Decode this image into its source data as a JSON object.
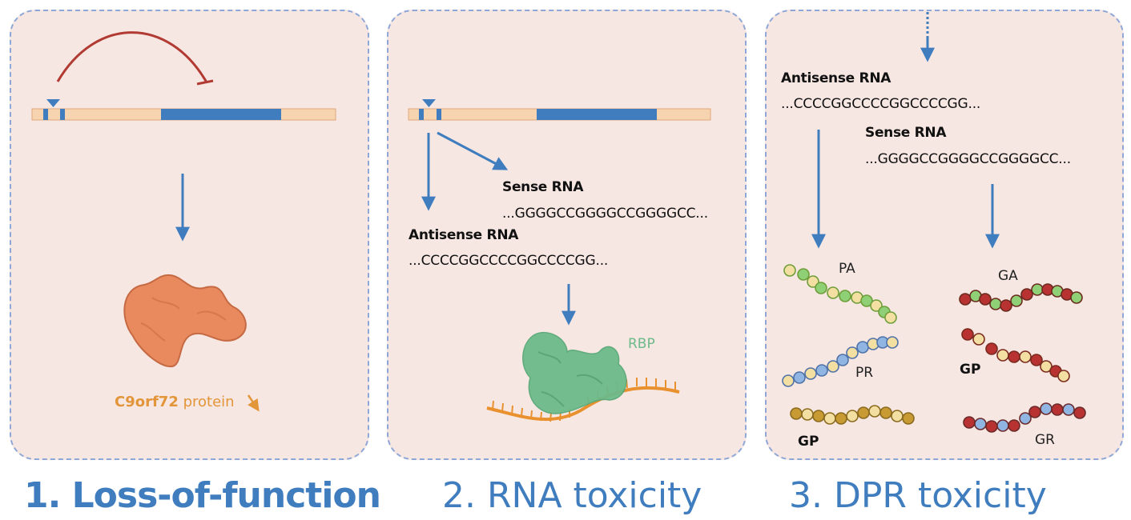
{
  "panels": [
    {
      "title": "1. Loss-of-function",
      "protein_label_gene": "C9orf72",
      "protein_label_word": "protein"
    },
    {
      "title": "2. RNA toxicity",
      "sense_label": "Sense RNA",
      "sense_seq": "...GGGGCCGGGGCCGGGGCC...",
      "antisense_label": "Antisense RNA",
      "antisense_seq": "...CCCCGGCCCCGGCCCCGG...",
      "rbp_label": "RBP"
    },
    {
      "title": "3. DPR toxicity",
      "antisense_label": "Antisense RNA",
      "antisense_seq": "...CCCCGGCCCCGGCCCCGG...",
      "sense_label": "Sense RNA",
      "sense_seq": "...GGGGCCGGGGCCGGGGCC...",
      "dpr_labels": {
        "pa": "PA",
        "pr": "PR",
        "gp1": "GP",
        "ga": "GA",
        "gp2": "GP",
        "gr": "GR"
      }
    }
  ],
  "colors": {
    "panel_bg": "#f7e7e3",
    "panel_border": "#8ea7d6",
    "arrow_blue": "#3f7dbf",
    "gene_light": "#f7d4b0",
    "gene_dark": "#3f7dbf",
    "inhibit_red": "#b13a32",
    "protein_orange": "#e8895e",
    "label_orange": "#e3953a",
    "rbp_green": "#6cba8a",
    "rna_orange": "#e8912e",
    "bead_cream": "#f3dfa2",
    "bead_green": "#8fcf76",
    "bead_blue": "#90b5e3",
    "bead_ochre": "#c79a33",
    "bead_red": "#b83232"
  }
}
